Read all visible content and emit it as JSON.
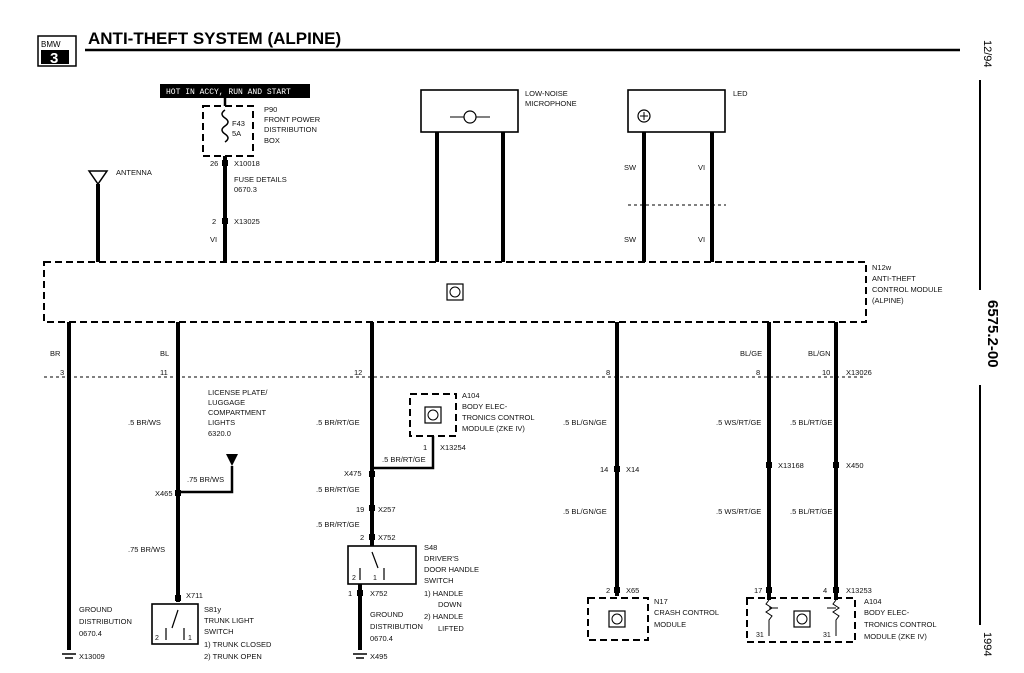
{
  "header": {
    "logo_brand": "BMW",
    "logo_series": "3",
    "title": "ANTI-THEFT SYSTEM (ALPINE)"
  },
  "side": {
    "date": "12/94",
    "doc_number": "6575.2-00",
    "year": "1994"
  },
  "power": {
    "banner": "HOT IN ACCY, RUN AND START",
    "fuse_id": "F43",
    "fuse_rating": "5A",
    "box_id": "P90",
    "box_name_1": "FRONT POWER",
    "box_name_2": "DISTRIBUTION",
    "box_name_3": "BOX",
    "pin_top": "26",
    "conn_top": "X10018",
    "fuse_details_1": "FUSE DETAILS",
    "fuse_details_2": "0670.3",
    "pin_bottom": "2",
    "conn_bottom": "X13025",
    "wire_color": "VI"
  },
  "antenna": {
    "label": "ANTENNA"
  },
  "microphone": {
    "label_1": "LOW-NOISE",
    "label_2": "MICROPHONE"
  },
  "led": {
    "label": "LED",
    "wire_left": "SW",
    "wire_right": "VI",
    "wire_left_2": "SW",
    "wire_right_2": "VI"
  },
  "module": {
    "id": "N12w",
    "name_1": "ANTI-THEFT",
    "name_2": "CONTROL MODULE",
    "name_3": "(ALPINE)"
  },
  "wires": {
    "br": "BR",
    "bl": "BL",
    "bl_ge": "BL/GE",
    "bl_gn": "BL/GN",
    "pin_3": "3",
    "pin_11": "11",
    "pin_12": "12",
    "pin_8a": "8",
    "pin_8b": "8",
    "pin_10": "10",
    "conn_x13026": "X13026"
  },
  "col_br": {
    "wire": ".5 BR/WS",
    "gnd_1": "GROUND",
    "gnd_2": "DISTRIBUTION",
    "gnd_3": "0670.4",
    "gnd_conn": "X13009"
  },
  "col_bl": {
    "license_1": "LICENSE PLATE/",
    "license_2": "LUGGAGE",
    "license_3": "COMPARTMENT",
    "license_4": "LIGHTS",
    "license_5": "6320.0",
    "wire_a": ".75 BR/WS",
    "conn_x465": "X465",
    "wire_b": ".75 BR/WS",
    "conn_x711": "X711",
    "switch_id": "S81y",
    "switch_1": "TRUNK LIGHT",
    "switch_2": "SWITCH",
    "opt_1": "1)  TRUNK CLOSED",
    "opt_2": "2)  TRUNK OPEN",
    "pin_2": "2",
    "pin_1": "1"
  },
  "col_12": {
    "wire_a": ".5 BR/RT/GE",
    "a104_id": "A104",
    "a104_1": "BODY ELEC-",
    "a104_2": "TRONICS CONTROL",
    "a104_3": "MODULE (ZKE IV)",
    "pin_a104": "1",
    "conn_x13254": "X13254",
    "wire_b": ".5 BR/RT/GE",
    "conn_x475": "X475",
    "wire_c": ".5 BR/RT/GE",
    "pin_19": "19",
    "conn_x257": "X257",
    "wire_d": ".5 BR/RT/GE",
    "pin_2": "2",
    "conn_x752": "X752",
    "s48_id": "S48",
    "s48_1": "DRIVER'S",
    "s48_2": "DOOR HANDLE",
    "s48_3": "SWITCH",
    "s48_opt1": "1)   HANDLE",
    "s48_opt1b": "DOWN",
    "s48_opt2": "2)   HANDLE",
    "s48_opt2b": "LIFTED",
    "sw_pin2": "2",
    "sw_pin1": "1",
    "pin_1b": "1",
    "conn_x752b": "X752",
    "gnd_1": "GROUND",
    "gnd_2": "DISTRIBUTION",
    "gnd_3": "0670.4",
    "gnd_conn": "X495"
  },
  "col_8a": {
    "wire_a": ".5 BL/GN/GE",
    "pin_14": "14",
    "conn_x14": "X14",
    "wire_b": ".5 BL/GN/GE",
    "pin_2": "2",
    "conn_x65": "X65",
    "n17_id": "N17",
    "n17_1": "CRASH CONTROL",
    "n17_2": "MODULE"
  },
  "col_8b": {
    "wire_a": ".5 WS/RT/GE",
    "conn_x13168": "X13168",
    "wire_b": ".5 WS/RT/GE",
    "pin_17": "17",
    "pin_31": "31"
  },
  "col_10": {
    "wire_a": ".5 BL/RT/GE",
    "conn_x450": "X450",
    "wire_b": ".5 BL/RT/GE",
    "pin_4": "4",
    "conn_x13253": "X13253",
    "pin_31": "31",
    "a104_id": "A104",
    "a104_1": "BODY ELEC-",
    "a104_2": "TRONICS CONTROL",
    "a104_3": "MODULE (ZKE IV)"
  }
}
